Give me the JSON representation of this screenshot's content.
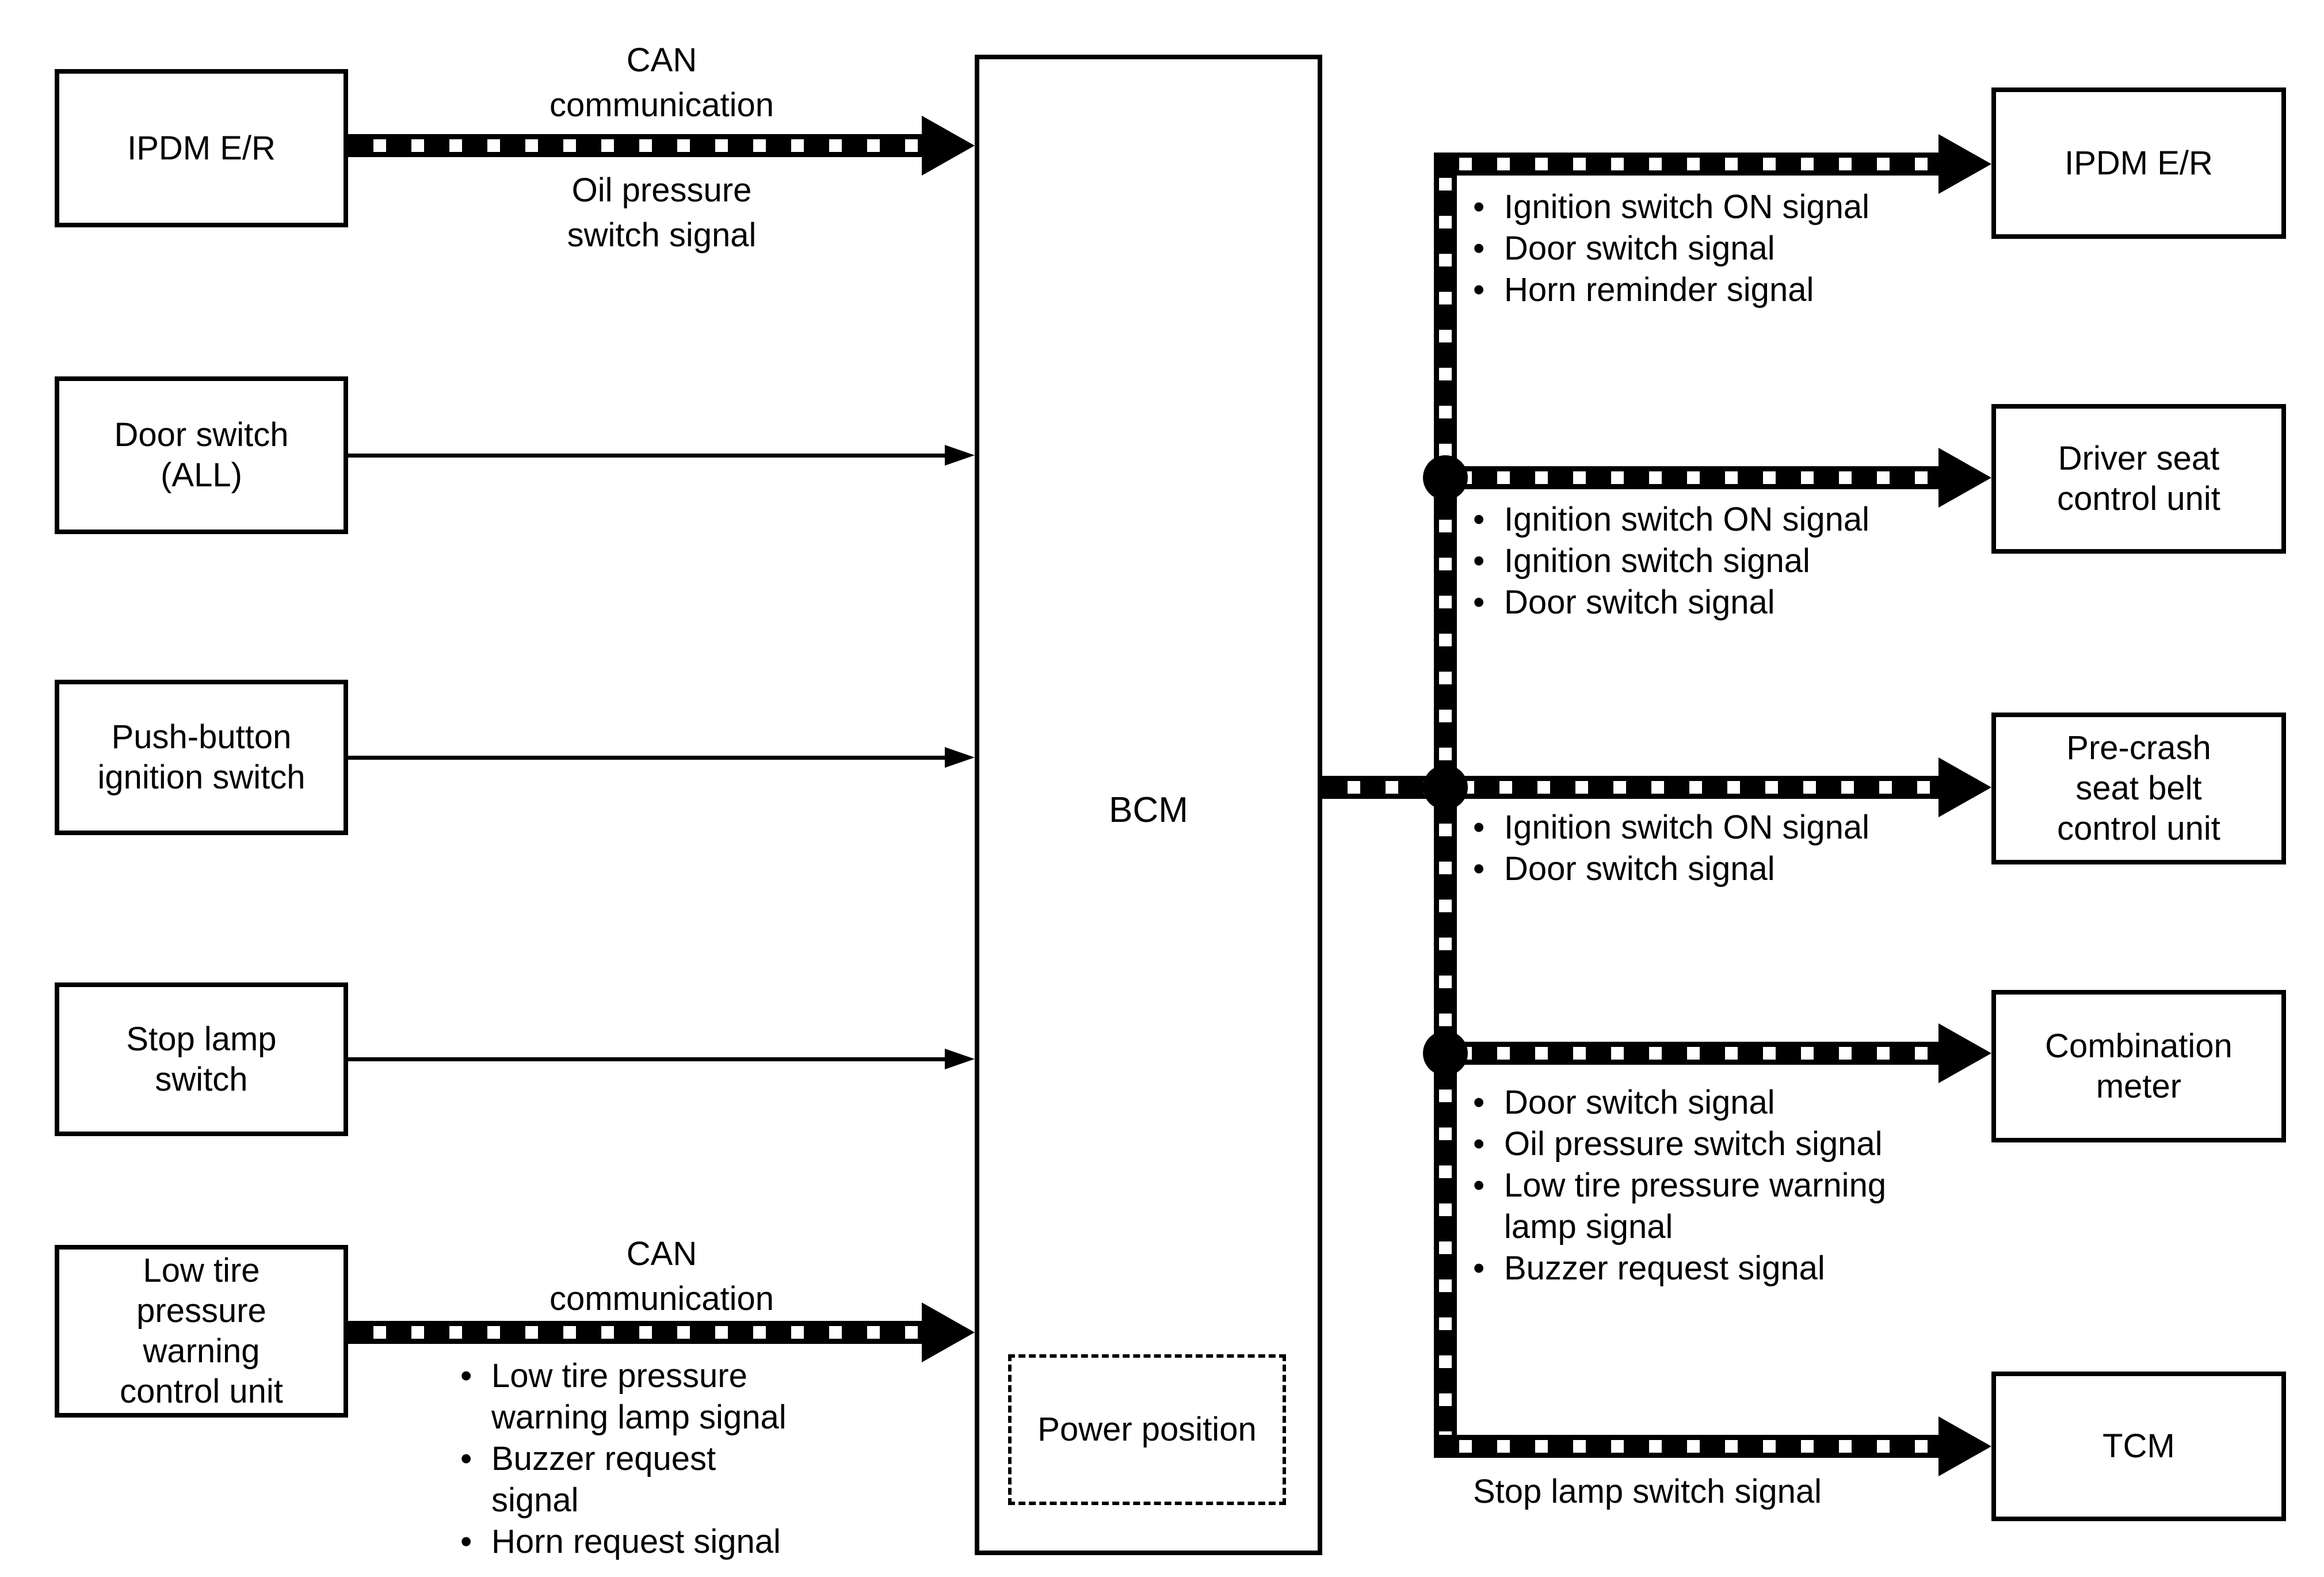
{
  "colors": {
    "ink": "#000000",
    "paper": "#ffffff"
  },
  "nodes": {
    "left": [
      {
        "label": "IPDM E/R"
      },
      {
        "label": "Door switch\n(ALL)"
      },
      {
        "label": "Push-button\nignition switch"
      },
      {
        "label": "Stop lamp\nswitch"
      },
      {
        "label": "Low tire\npressure\nwarning\ncontrol unit"
      }
    ],
    "center": {
      "label": "BCM",
      "power_position_label": "Power position"
    },
    "right": [
      {
        "label": "IPDM E/R"
      },
      {
        "label": "Driver seat\ncontrol unit"
      },
      {
        "label": "Pre-crash\nseat belt\ncontrol unit"
      },
      {
        "label": "Combination\nmeter"
      },
      {
        "label": "TCM"
      }
    ]
  },
  "edges": {
    "ipdm_to_bcm": {
      "label_top": "CAN\ncommunication",
      "label_bottom": "Oil pressure\nswitch signal"
    },
    "low_tire_to_bcm": {
      "label_top": "CAN\ncommunication",
      "signals": [
        "Low tire pressure warning lamp signal",
        "Buzzer request signal",
        "Horn request signal"
      ]
    },
    "bcm_to_ipdm": {
      "signals": [
        "Ignition switch ON signal",
        "Door switch signal",
        "Horn reminder signal"
      ]
    },
    "bcm_to_driver_seat": {
      "signals": [
        "Ignition switch ON signal",
        "Ignition switch signal",
        "Door switch signal"
      ]
    },
    "bcm_to_pre_crash": {
      "signals": [
        "Ignition switch ON signal",
        "Door switch signal"
      ]
    },
    "bcm_to_combination_meter": {
      "signals": [
        "Door switch signal",
        "Oil pressure switch signal",
        "Low tire pressure warning lamp signal",
        "Buzzer request signal"
      ]
    },
    "bcm_to_tcm": {
      "label": "Stop lamp switch signal"
    }
  }
}
